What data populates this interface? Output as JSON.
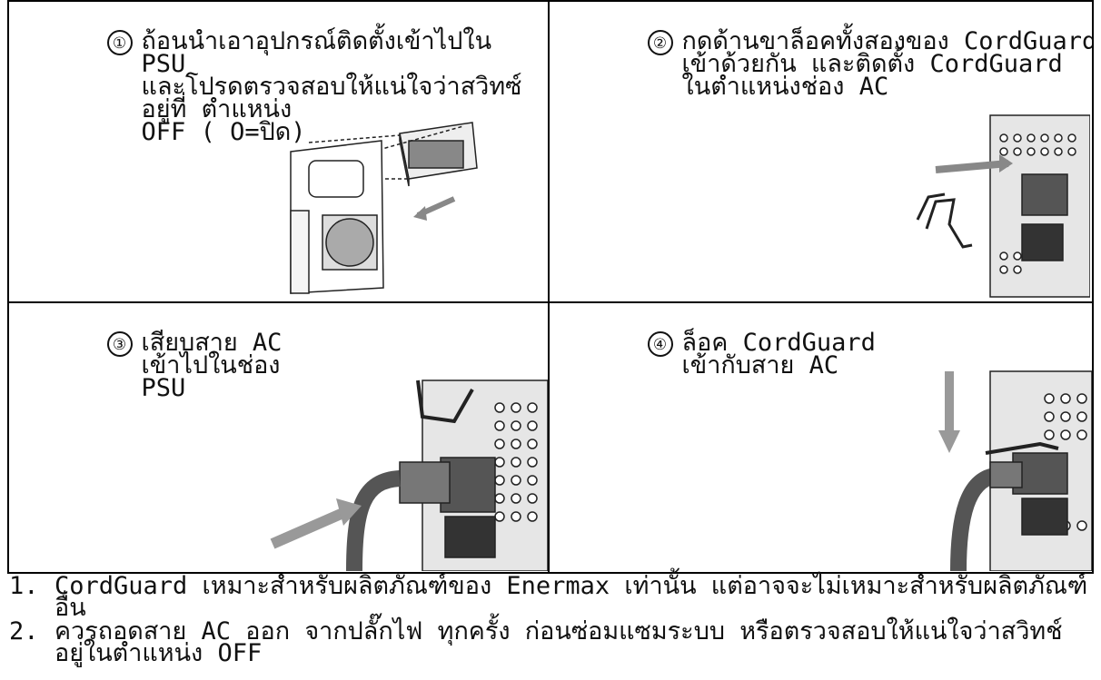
{
  "steps": [
    {
      "number": "①",
      "text": "ถ้อนนำเอาอุปกรณ์ติดตั้งเข้าไปใน\nPSU\nและโปรดตรวจสอบให้แน่ใจว่าสวิทซ์\nอยู่ที่ ตำแหน่ง\nOFF ( O=ปิด)",
      "illustration": "psu-case-install-illustration"
    },
    {
      "number": "②",
      "text": "กดด้านขาล็อคทั้งสองของ CordGuard\nเข้าด้วยกัน และติดตั้ง CordGuard\nในตำแหน่งช่อง AC",
      "illustration": "cordguard-insert-illustration"
    },
    {
      "number": "③",
      "text": "เสียบสาย AC\nเข้าไปในช่อง\nPSU",
      "illustration": "ac-plug-insert-illustration"
    },
    {
      "number": "④",
      "text": "ล็อค CordGuard\nเข้ากับสาย AC",
      "illustration": "cordguard-lock-illustration"
    }
  ],
  "notes": [
    {
      "number": "1.",
      "text": "CordGuard เหมาะสำหรับผลิตภัณฑ์ของ Enermax เท่านั้น แต่อาจจะไม่เหมาะสำหรับผลิตภัณฑ์อื่น"
    },
    {
      "number": "2.",
      "text": "ควรถอดสาย AC ออก จากปลั๊กไฟ ทุกครั้ง ก่อนซ่อมแซมระบบ หรือตรวจสอบให้แน่ใจว่าสวิทช์อยู่ในตำแหน่ง OFF"
    }
  ]
}
